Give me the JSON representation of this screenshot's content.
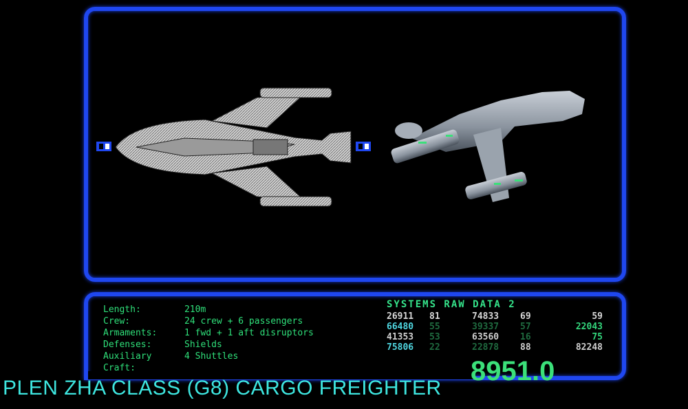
{
  "specs": [
    {
      "label": "Length:",
      "value": "210m"
    },
    {
      "label": "Crew:",
      "value": "24 crew + 6 passengers"
    },
    {
      "label": "Armaments:",
      "value": "1 fwd + 1 aft disruptors"
    },
    {
      "label": "Defenses:",
      "value": "Shields"
    },
    {
      "label": "Auxiliary Craft:",
      "value": "4 Shuttles"
    }
  ],
  "raw_data": {
    "title": "SYSTEMS RAW DATA 2",
    "rows": [
      {
        "values": [
          "26911",
          "81",
          "74833",
          "69",
          "59"
        ],
        "colors": [
          "#d8d8d8",
          "#d8d8d8",
          "#d8d8d8",
          "#d8d8d8",
          "#d8d8d8"
        ]
      },
      {
        "values": [
          "66480",
          "55",
          "39337",
          "57",
          "22043"
        ],
        "colors": [
          "#4fd6e0",
          "#1f6a3f",
          "#1f6a3f",
          "#1f6a3f",
          "#33d67c"
        ]
      },
      {
        "values": [
          "41353",
          "53",
          "63560",
          "16",
          "75"
        ],
        "colors": [
          "#cfcfcf",
          "#1f6a3f",
          "#cfcfcf",
          "#1f6a3f",
          "#33d67c"
        ]
      },
      {
        "values": [
          "75806",
          "22",
          "22878",
          "88",
          "82248"
        ],
        "colors": [
          "#4fd6e0",
          "#1f6a3f",
          "#1f6a3f",
          "#cfcfcf",
          "#cfcfcf"
        ]
      }
    ]
  },
  "ship_name": "PLEN ZHA CLASS (G8) CARGO FREIGHTER",
  "registry": "8951.0",
  "colors": {
    "frame": "#1f47f0",
    "text_green": "#2fe07a",
    "title_cyan": "#3ee6e0"
  }
}
